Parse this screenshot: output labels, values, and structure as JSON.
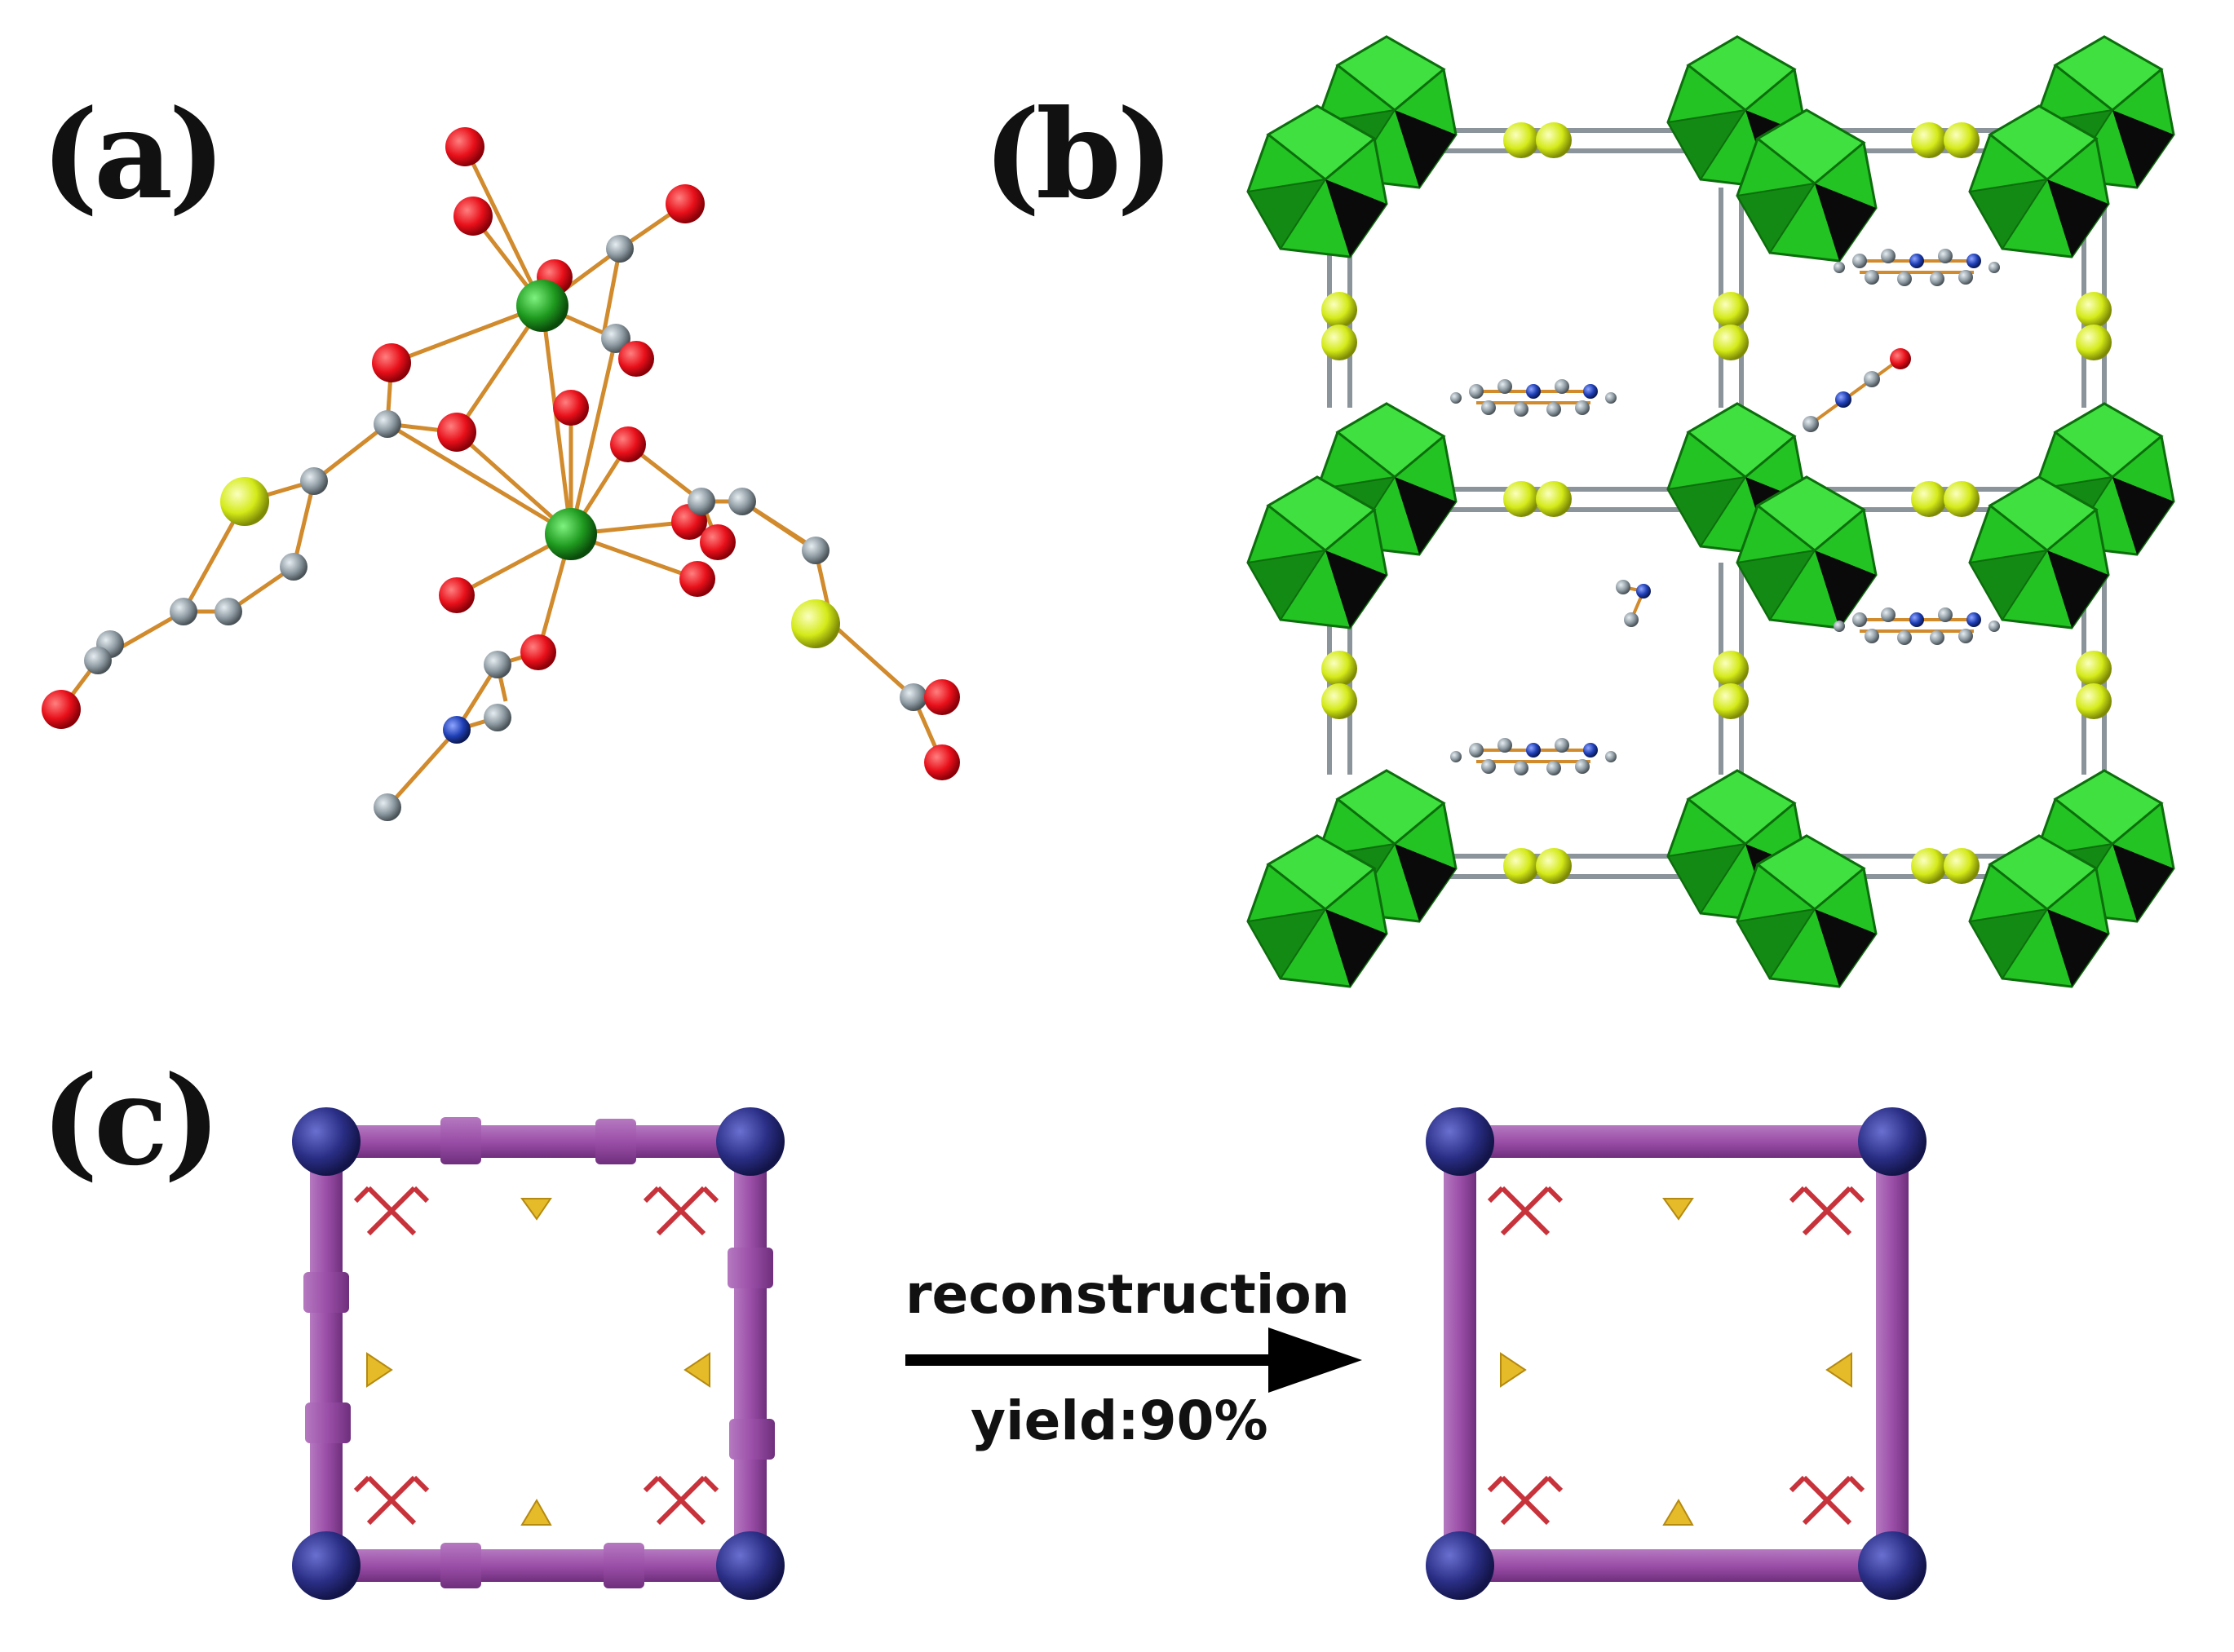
{
  "panels": {
    "a": {
      "label": "(a)"
    },
    "b": {
      "label": "(b)"
    },
    "c": {
      "label": "(c)"
    }
  },
  "reaction": {
    "label": "reconstruction",
    "yield_text": "yield:90%"
  },
  "colors": {
    "oxygen": "#e8101a",
    "carbon": "#8e9aa2",
    "metal": "#1f9a1f",
    "sulfur": "#d4ea18",
    "nitrogen": "#1f3fb5",
    "bond": "#d18a2c",
    "polyhedron": "#22c322",
    "linker_bar": "#9b4fa8",
    "node_sphere": "#2b2f86",
    "hydrogen_bond_marker": "#c8323a",
    "triangle_marker": "#e5bb2a"
  }
}
